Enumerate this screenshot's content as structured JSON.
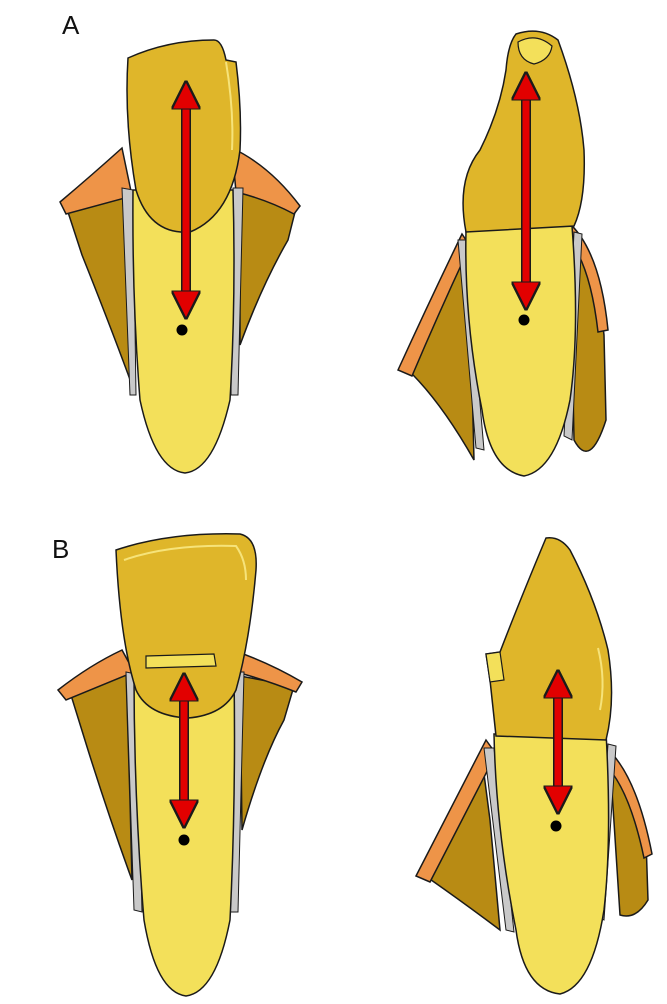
{
  "panels": [
    {
      "label": "A"
    },
    {
      "label": "B"
    }
  ],
  "colors": {
    "crown": "#DFB62A",
    "root": "#F3E05A",
    "bone": "#B88B14",
    "gingiva": "#EE9448",
    "ligament": "#C9C9C9",
    "arrow": "#E20000",
    "outline": "#1A1A1A",
    "center_dot": "#000000"
  },
  "icons": {
    "arrow": "double-headed-arrow",
    "center_of_resistance": "black-dot"
  }
}
